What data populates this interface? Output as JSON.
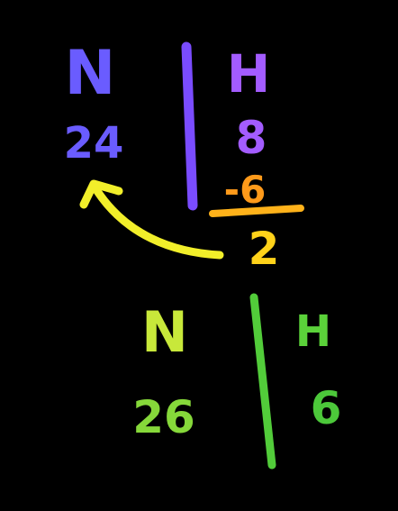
{
  "top_table": {
    "left_header": "N",
    "left_value": "24",
    "right_header": "H",
    "right_value": "8",
    "subtract": "-6",
    "result": "2"
  },
  "bottom_table": {
    "left_header": "N",
    "left_value": "26",
    "right_header": "H",
    "right_value": "6"
  },
  "colors": {
    "background": "#000000",
    "top_n": "#6a5cff",
    "top_divider": "#7a4cff",
    "top_h": "#a35cff",
    "top_minus": "#ff9a1a",
    "underline": "#ffb21a",
    "result": "#ffd21a",
    "arrow": "#f2ef2a",
    "bottom_n": "#c8e83a",
    "bottom_h": "#5bd23a",
    "bottom_divider": "#52cc3a",
    "bottom_26": "#86d83a",
    "bottom_6": "#4cc83a"
  },
  "icons": {
    "arrow": "curved-arrow-icon"
  }
}
